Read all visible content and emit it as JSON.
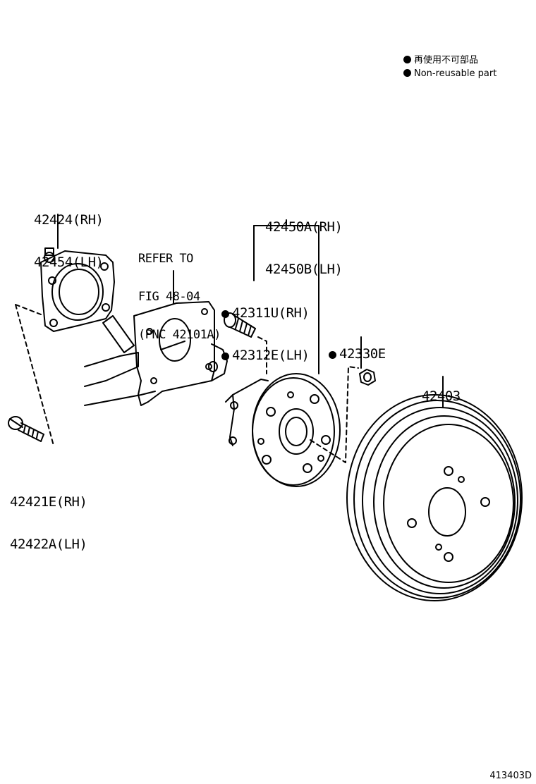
{
  "legend": {
    "jp": "再使用不可部品",
    "en": "Non-reusable part"
  },
  "parts": {
    "bearing_retainer": {
      "line1": "42424(RH)",
      "line2": "42454(LH)"
    },
    "refer": {
      "line1": "REFER TO",
      "line2": "FIG 48-04",
      "line3": "(PNC 42101A)"
    },
    "hub_assembly": {
      "line1": "42450A(RH)",
      "line2": "42450B(LH)"
    },
    "hub_bolt": {
      "line1": "42311U(RH)",
      "line2": "42312E(LH)"
    },
    "hub_nut": {
      "line1": "42330E"
    },
    "brake_drum": {
      "line1": "42403"
    },
    "mounting_bolt": {
      "line1": "42421E(RH)",
      "line2": "42422A(LH)"
    }
  },
  "figure_id": "413403D"
}
